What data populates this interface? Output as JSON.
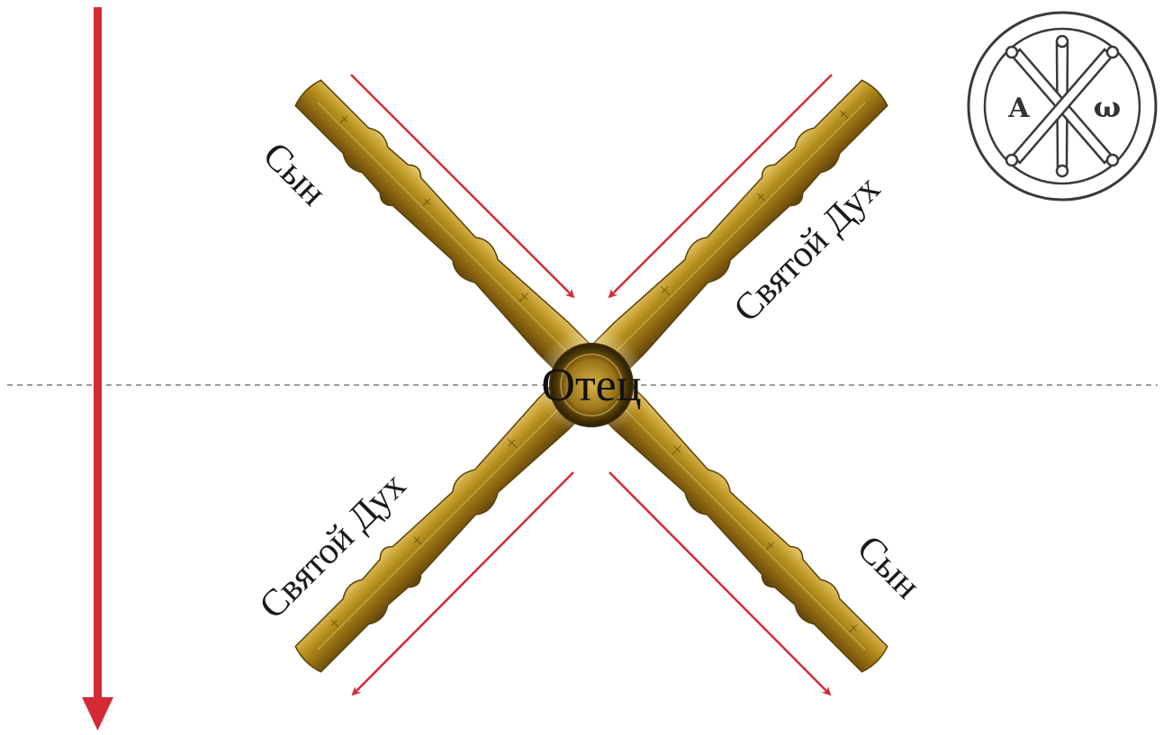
{
  "diagram": {
    "center_label": "Отец",
    "labels": {
      "upper_left": "Сын",
      "upper_right": "Святой Дух",
      "lower_left": "Святой Дух",
      "lower_right": "Сын"
    },
    "seal": {
      "alpha": "А",
      "omega": "ω"
    },
    "colors": {
      "arrow": "#d42a36",
      "gold": "#b8921e",
      "gold_dark": "#6b4d0c",
      "gold_light": "#e8c86a",
      "dashed_line": "#7a7a7a",
      "seal": "#3a3a3a"
    }
  }
}
